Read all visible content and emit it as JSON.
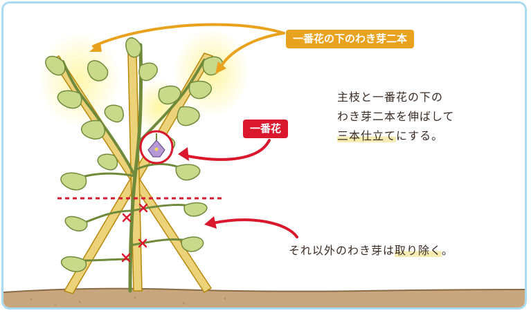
{
  "labels": {
    "side_shoots": "一番花の下のわき芽二本",
    "first_flower": "一番花"
  },
  "notes": {
    "main": {
      "line1": "主枝と一番花の下の",
      "line2": "わき芽二本を伸ばして",
      "line3_highlight": "三本仕立て",
      "line3_rest": "にする。"
    },
    "other": {
      "prefix": "それ以外のわき芽は",
      "highlight": "取り除く",
      "suffix": "。"
    }
  },
  "colors": {
    "frame_border": "#a9dbf3",
    "label_orange": "#e9a21d",
    "label_red": "#d9182e",
    "cut_line": "#d9182e",
    "highlight": "#f6ecb1"
  },
  "icons": {
    "cut_mark": "x-mark-icon",
    "flower": "eggplant-flower-icon"
  }
}
